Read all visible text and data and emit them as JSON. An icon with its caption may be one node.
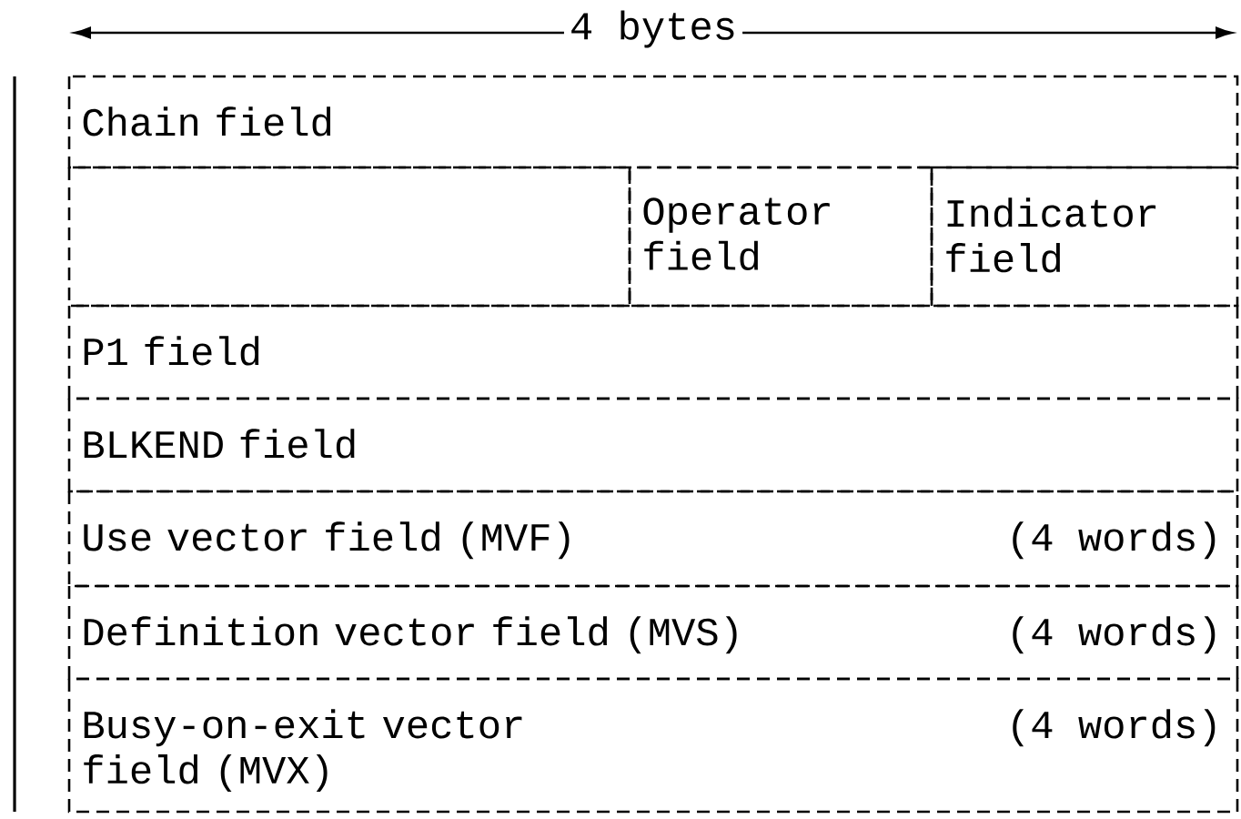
{
  "diagram": {
    "nodes": [
      {
        "text": [
          "Chain field"
        ]
      },
      {
        "text": [],
        "shape": "box"
      },
      {
        "text": [
          "Operator field"
        ]
      },
      {
        "text": [
          "Indicator field"
        ]
      },
      {
        "text": [
          "P1 field"
        ]
      },
      {
        "text": [
          "BLKEND field"
        ]
      },
      {
        "text": [
          "Use vector field (MVF)",
          "(4 words)"
        ]
      },
      {
        "text": [
          "Definition vector field (MVS)",
          "(4 words)"
        ]
      },
      {
        "text": [
          "Busy-on-exit vector field (MVX)",
          "(4 words)"
        ]
      }
    ],
    "edges": [],
    "labels": [
      "4 bytes"
    ]
  }
}
